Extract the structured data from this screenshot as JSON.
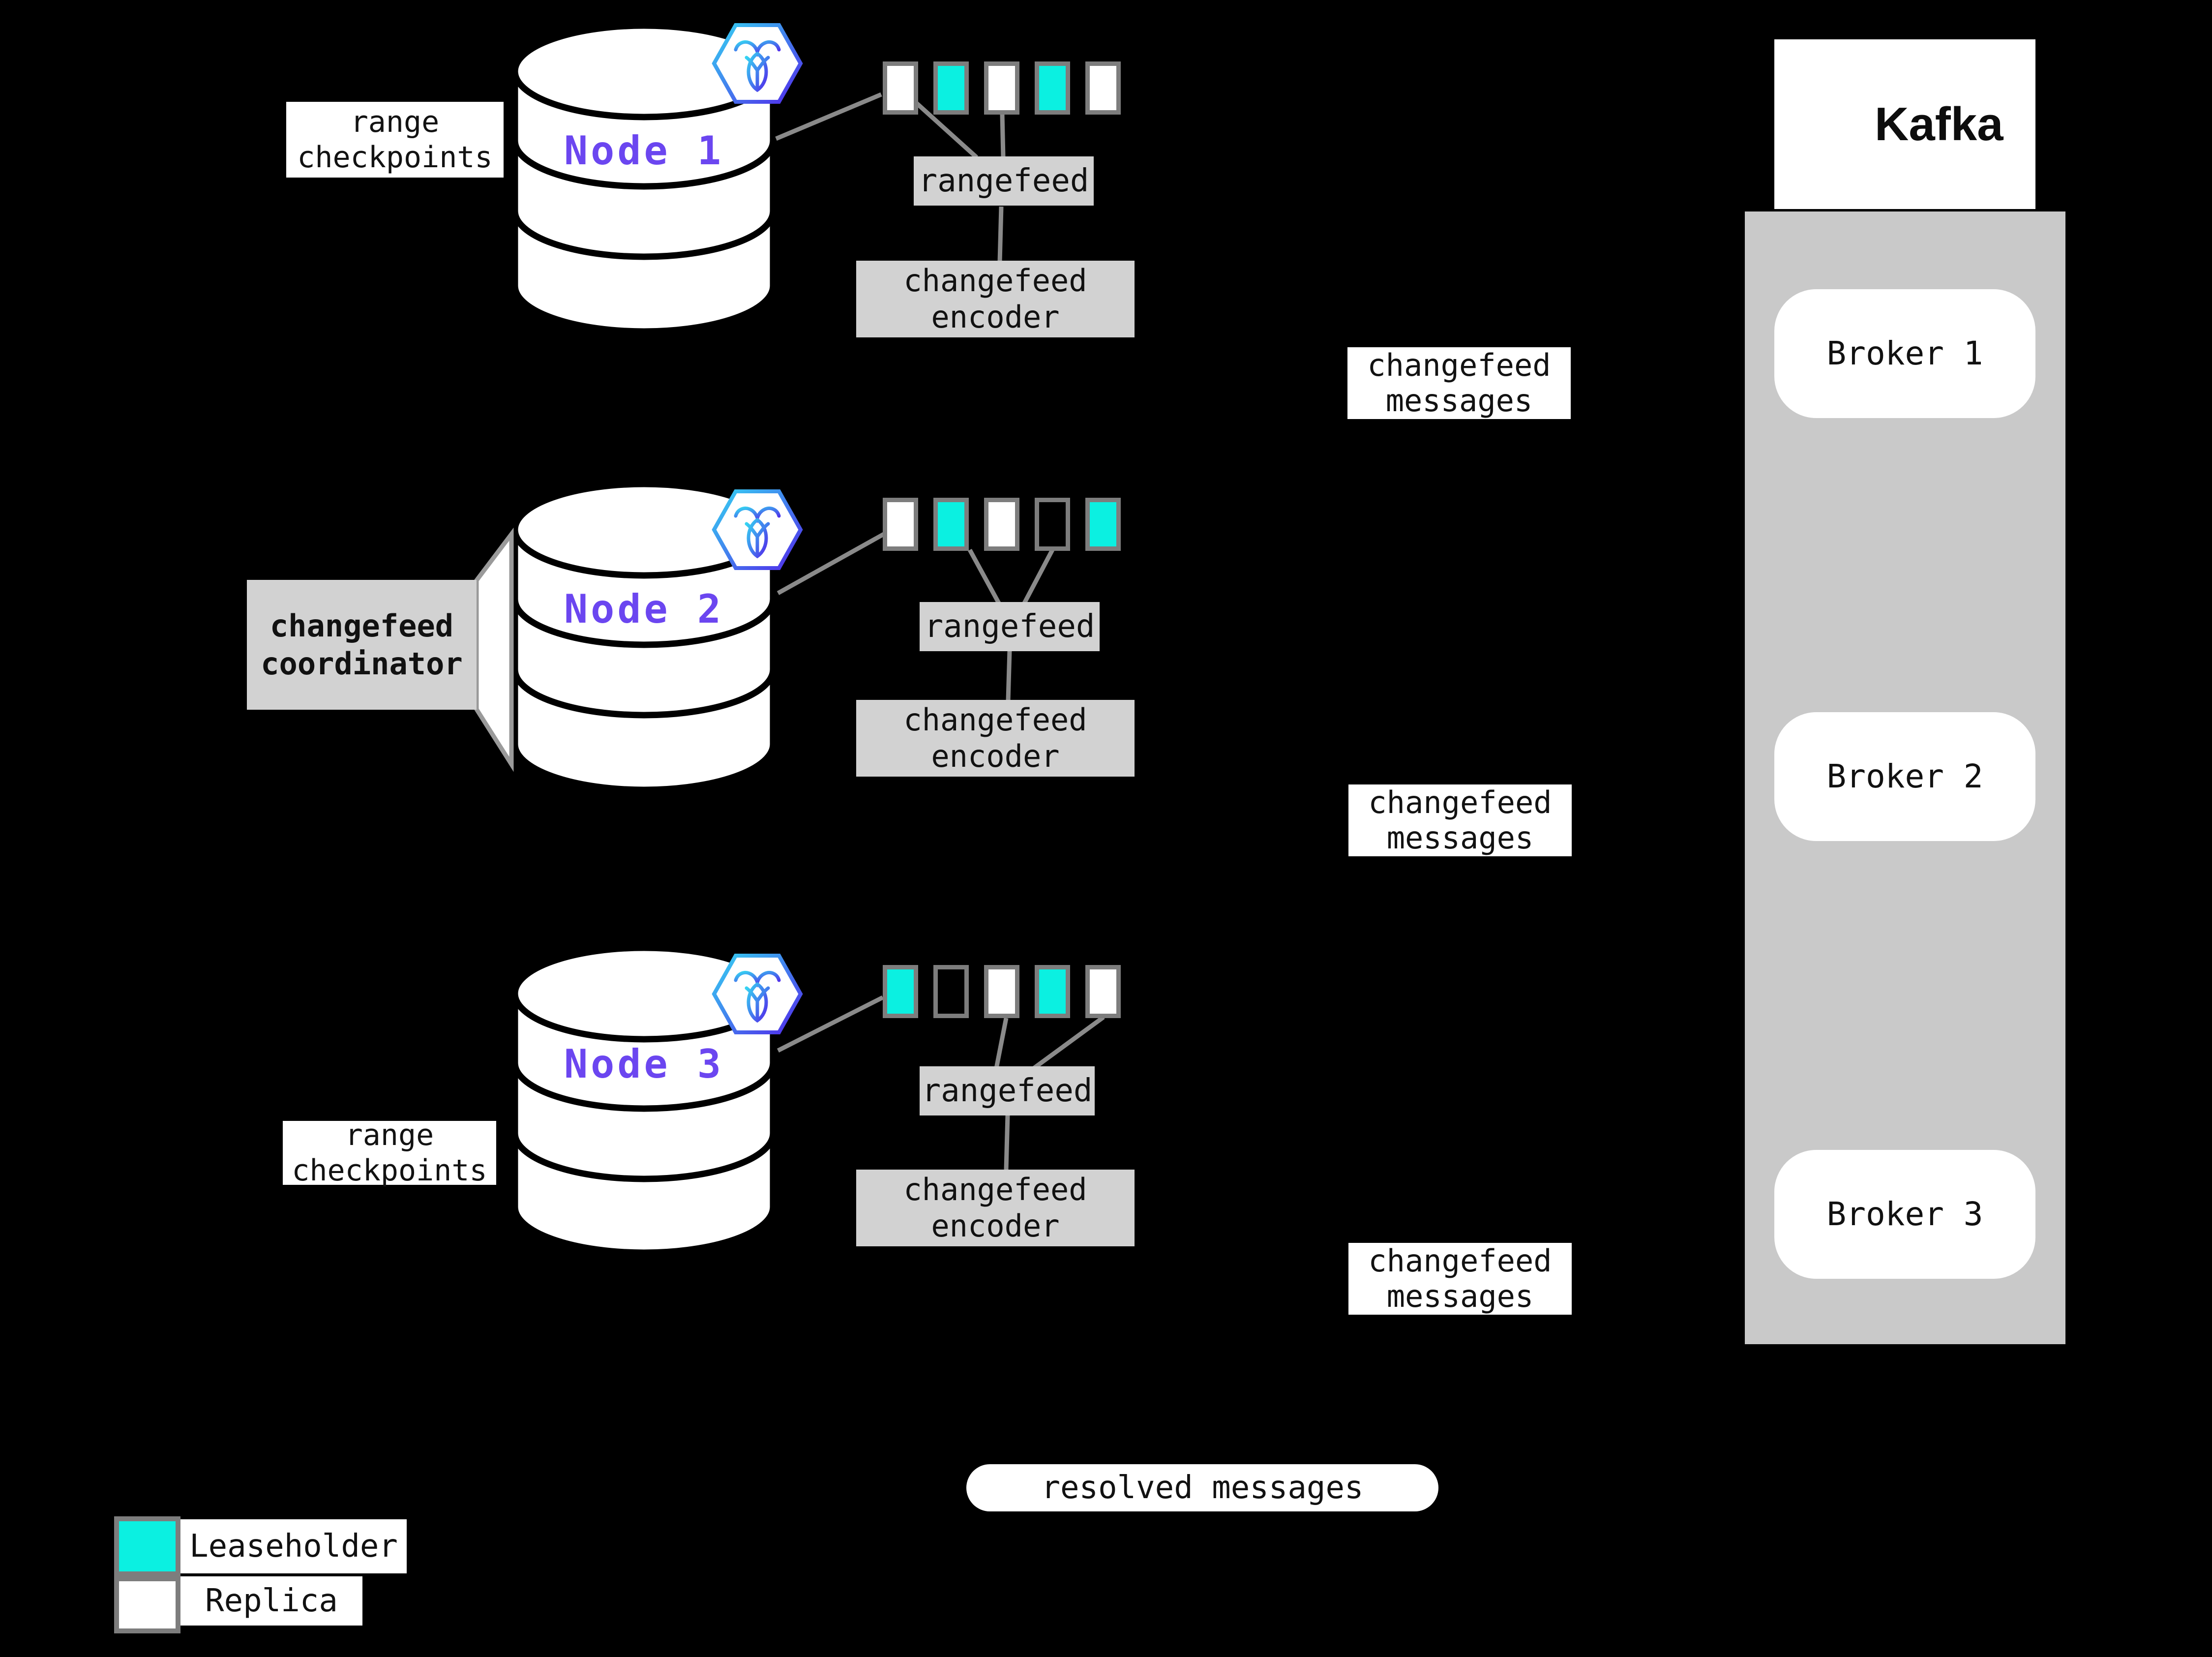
{
  "colors": {
    "background": "#000000",
    "leaseholder": "#0bf0e1",
    "replica": "#ffffff",
    "node_purple": "#6b46f0",
    "box_gray": "#d2d2d2",
    "kafka_panel_gray": "#c9c9c9",
    "connector_gray": "#8a8a8a",
    "swatch_border_gray": "#7d7d7d"
  },
  "nodes": [
    {
      "label": "Node 1",
      "side_label": "range checkpoints",
      "rangefeed": "rangefeed",
      "encoder": "changefeed encoder",
      "messages": "changefeed messages",
      "ranges": [
        "replica",
        "leaseholder",
        "replica",
        "leaseholder",
        "replica"
      ]
    },
    {
      "label": "Node 2",
      "side_label": "changefeed coordinator",
      "rangefeed": "rangefeed",
      "encoder": "changefeed encoder",
      "messages": "changefeed messages",
      "ranges": [
        "replica",
        "leaseholder",
        "replica",
        "empty",
        "leaseholder"
      ]
    },
    {
      "label": "Node 3",
      "side_label": "range checkpoints",
      "rangefeed": "rangefeed",
      "encoder": "changefeed encoder",
      "messages": "changefeed messages",
      "ranges": [
        "leaseholder",
        "empty",
        "replica",
        "leaseholder",
        "replica"
      ]
    }
  ],
  "kafka": {
    "logo_label": "Kafka",
    "brokers": [
      {
        "label": "Broker 1"
      },
      {
        "label": "Broker 2"
      },
      {
        "label": "Broker 3"
      }
    ]
  },
  "resolved_label": "resolved messages",
  "legend": {
    "items": [
      {
        "kind": "leaseholder",
        "label": "Leaseholder"
      },
      {
        "kind": "replica",
        "label": "Replica"
      }
    ]
  }
}
